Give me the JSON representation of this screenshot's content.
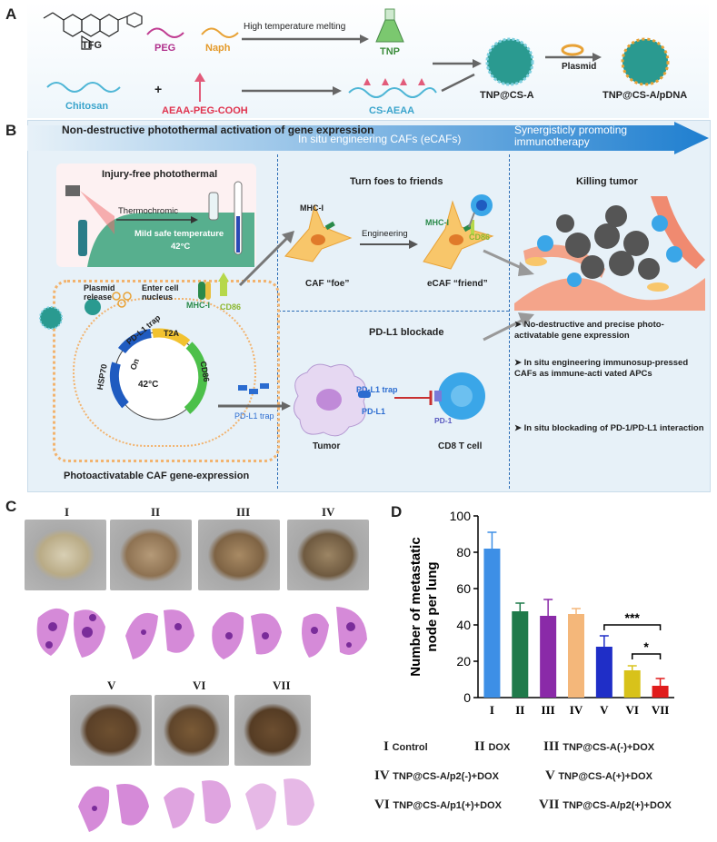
{
  "panelA": {
    "letter": "A",
    "tfg": "TFG",
    "peg": "PEG",
    "naph": "Naph",
    "arrow_top": "High temperature melting",
    "tnp": "TNP",
    "chitosan": "Chitosan",
    "plus": "+",
    "aeaa_peg_cooh": "AEAA-PEG-COOH",
    "cs_aeaa": "CS-AEAA",
    "tnp_csa": "TNP@CS-A",
    "plasmid": "Plasmid",
    "tnp_csa_pdna": "TNP@CS-A/pDNA"
  },
  "panelB": {
    "letter": "B",
    "header1": "Non-destructive photothermal activation of gene expression",
    "header2": "In situ engineering CAFs (eCAFs)",
    "header3": "Synergisticly promoting immunotherapy",
    "injury_free": "Injury-free photothermal",
    "thermochromic": "Thermochromic",
    "mild_temp": "Mild safe temperature",
    "temp_42": "42°C",
    "plasmid_release": "Plasmid release",
    "enter_nucleus": "Enter cell nucleus",
    "mhc": "MHC-I",
    "cd86": "CD86",
    "pdl1_trap": "PD-L1 trap",
    "t2a": "T2A",
    "hsp70": "HSP70",
    "on": "On",
    "plasmid_42": "42°C",
    "pdl1_trap_arrow": "PD-L1 trap",
    "caption": "Photoactivatable CAF gene-expression",
    "turn_foes": "Turn foes to friends",
    "caf_foe": "CAF “foe”",
    "engineering": "Engineering",
    "mhc2": "MHC-I",
    "cd86_2": "CD86",
    "ecaf_friend": "eCAF “friend”",
    "pdl1_blockade": "PD-L1 blockade",
    "pdl1_trap3": "PD-L1 trap",
    "pdl1": "PD-L1",
    "pd1": "PD-1",
    "tumor": "Tumor",
    "cd8": "CD8 T cell",
    "killing": "Killing tumor",
    "bullets": [
      "No-destructive and precise photo-activatable gene expression",
      "In situ engineering immunosup-pressed CAFs as immune-acti vated APCs",
      "In situ blockading of PD-1/PD-L1 interaction"
    ]
  },
  "panelC": {
    "letter": "C",
    "groups": [
      "I",
      "II",
      "III",
      "IV",
      "V",
      "VI",
      "VII"
    ]
  },
  "panelD": {
    "letter": "D"
  },
  "chart_data": {
    "type": "bar",
    "categories": [
      "I",
      "II",
      "III",
      "IV",
      "V",
      "VI",
      "VII"
    ],
    "values": [
      82,
      47.5,
      45,
      46,
      28,
      15,
      6.5
    ],
    "errors": [
      9,
      4.5,
      9,
      3,
      6,
      2.5,
      4
    ],
    "colors": [
      "#3d8fe6",
      "#1f7a4a",
      "#8a2aa8",
      "#f4b77a",
      "#1f2ec7",
      "#d8c21a",
      "#e01c1c"
    ],
    "ylabel": "Number of metastatic node per lung",
    "ylim": [
      0,
      100
    ],
    "yticks": [
      0,
      20,
      40,
      60,
      80,
      100
    ],
    "significance": [
      {
        "from": "V",
        "to": "VII",
        "label": "***"
      },
      {
        "from": "VI",
        "to": "VII",
        "label": "*"
      }
    ]
  },
  "legend": [
    {
      "num": "I",
      "text": "Control"
    },
    {
      "num": "II",
      "text": "DOX"
    },
    {
      "num": "III",
      "text": "TNP@CS-A(-)+DOX"
    },
    {
      "num": "IV",
      "text": "TNP@CS-A/p2(-)+DOX"
    },
    {
      "num": "V",
      "text": "TNP@CS-A(+)+DOX"
    },
    {
      "num": "VI",
      "text": "TNP@CS-A/p1(+)+DOX"
    },
    {
      "num": "VII",
      "text": "TNP@CS-A/p2(+)+DOX"
    }
  ]
}
